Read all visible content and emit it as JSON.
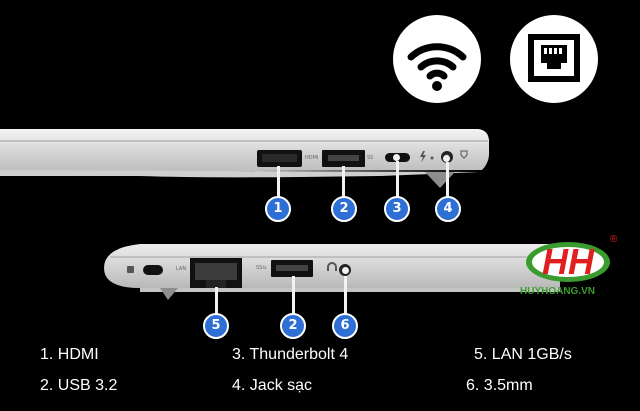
{
  "legend": {
    "item1": "1. HDMI",
    "item2": "2. USB 3.2",
    "item3": "3. Thunderbolt 4",
    "item4": "4. Jack sạc",
    "item5": "5. LAN 1GB/s",
    "item6": "6. 3.5mm"
  },
  "badges": {
    "b1": "1",
    "b2": "2",
    "b3": "3",
    "b4": "4",
    "b5": "5",
    "b6": "2",
    "b7": "6"
  },
  "ports": {
    "hdmi_tag": "HDMI",
    "ss_tag": "SS",
    "usb_tag": "SS⇆",
    "lan_tag": "LAN"
  },
  "logo": {
    "text": "HUYHOANG.VN",
    "mark": "HH",
    "registered": "®"
  },
  "icons": {
    "wifi": "wifi-icon",
    "lan": "ethernet-port-icon"
  },
  "colors": {
    "badge": "#2e6fd6",
    "logo_green": "#3a9b2e",
    "logo_red": "#e02020",
    "chassis": "#dcdcdc"
  }
}
